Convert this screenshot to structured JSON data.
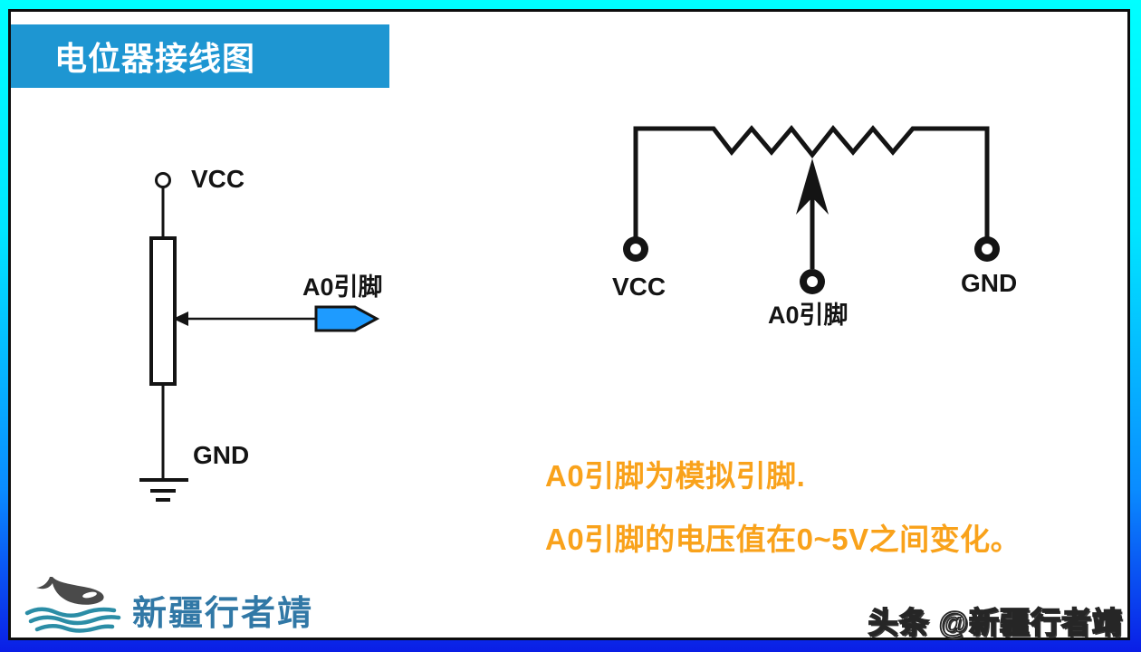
{
  "header": {
    "title": "电位器接线图"
  },
  "left_diagram": {
    "vcc_label": "VCC",
    "gnd_label": "GND",
    "pin_label": "A0引脚"
  },
  "right_diagram": {
    "vcc_label": "VCC",
    "gnd_label": "GND",
    "pin_label": "A0引脚"
  },
  "notes": {
    "line1": "A0引脚为模拟引脚.",
    "line2": "A0引脚的电压值在0~5V之间变化。"
  },
  "footer": {
    "brand": "新疆行者靖",
    "watermark": "头条 @新疆行者靖"
  },
  "colors": {
    "frame_gradient_top": "#00FFFF",
    "frame_gradient_bottom": "#0A1EE6",
    "banner_blue": "#1E96D2",
    "pin_connector_blue": "#1E9BFF",
    "note_orange": "#F9A21B",
    "brand_blue": "#3178A6",
    "wave_teal": "#2B8DA6",
    "whale_gray": "#4A4A4A",
    "schematic_ink": "#141414"
  }
}
